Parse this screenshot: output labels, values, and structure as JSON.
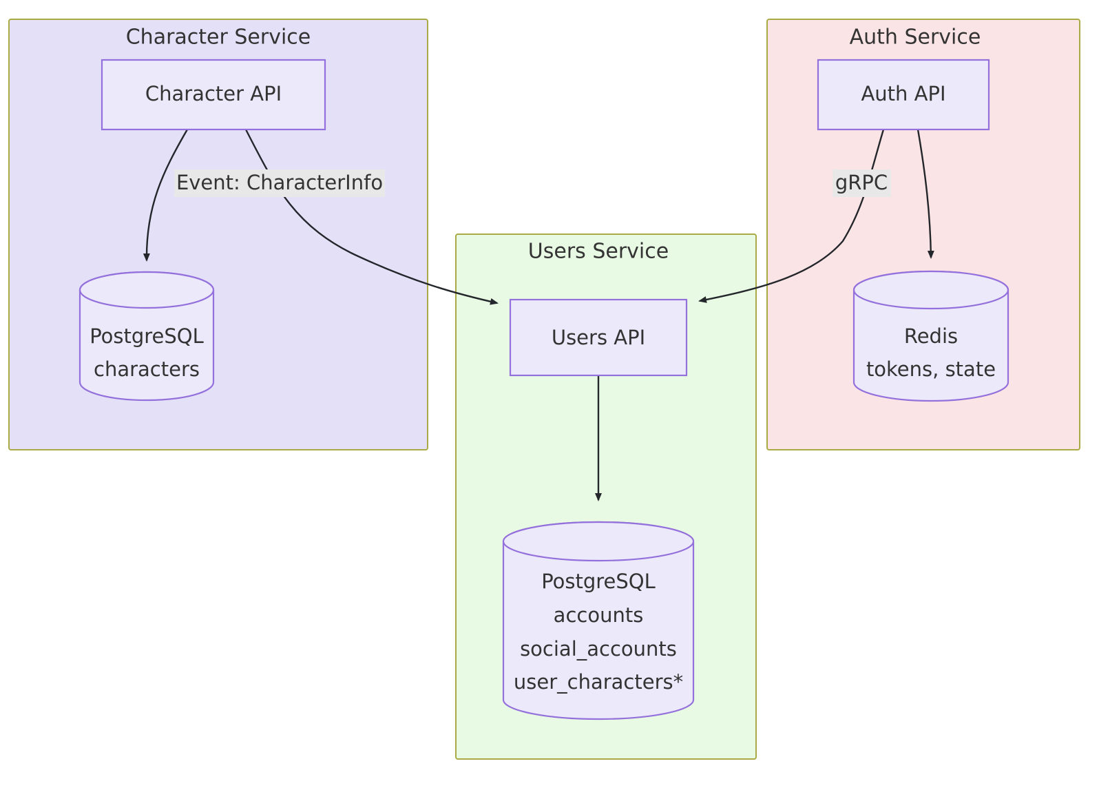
{
  "diagram": {
    "type": "flowchart",
    "direction": "top-down",
    "background": "#ffffff",
    "palette": {
      "cluster_border": "#aaaa44",
      "cluster_character_fill": "#e3e0f8",
      "cluster_users_fill": "#e8fae3",
      "cluster_auth_fill": "#fbe4e5",
      "node_fill": "#ece9fb",
      "node_border": "#9370db",
      "edge_color": "#23262a",
      "edge_label_bg": "#e8e8e8",
      "text_color": "#333333"
    },
    "clusters": [
      {
        "id": "character-service",
        "title": "Character Service",
        "fill": "#e3e0f8",
        "nodes": [
          "character-api",
          "character-db"
        ]
      },
      {
        "id": "users-service",
        "title": "Users Service",
        "fill": "#e8fae3",
        "nodes": [
          "users-api",
          "users-db"
        ]
      },
      {
        "id": "auth-service",
        "title": "Auth Service",
        "fill": "#fbe4e5",
        "nodes": [
          "auth-api",
          "auth-db"
        ]
      }
    ],
    "nodes": [
      {
        "id": "character-api",
        "shape": "rect",
        "label": "Character API"
      },
      {
        "id": "character-db",
        "shape": "cylinder",
        "label": "PostgreSQL\ncharacters",
        "lines": [
          "PostgreSQL",
          "characters"
        ]
      },
      {
        "id": "users-api",
        "shape": "rect",
        "label": "Users API"
      },
      {
        "id": "users-db",
        "shape": "cylinder",
        "label": "PostgreSQL\naccounts\nsocial_accounts\nuser_characters*",
        "lines": [
          "PostgreSQL",
          "accounts",
          "social_accounts",
          "user_characters*"
        ]
      },
      {
        "id": "auth-api",
        "shape": "rect",
        "label": "Auth API"
      },
      {
        "id": "auth-db",
        "shape": "cylinder",
        "label": "Redis\ntokens, state",
        "lines": [
          "Redis",
          "tokens, state"
        ]
      }
    ],
    "edges": [
      {
        "id": "edge-character-api-to-character-db",
        "from": "character-api",
        "to": "character-db",
        "label": ""
      },
      {
        "id": "edge-character-api-to-users-api",
        "from": "character-api",
        "to": "users-api",
        "label": "Event: CharacterInfo"
      },
      {
        "id": "edge-users-api-to-users-db",
        "from": "users-api",
        "to": "users-db",
        "label": ""
      },
      {
        "id": "edge-auth-api-to-users-api",
        "from": "auth-api",
        "to": "users-api",
        "label": "gRPC"
      },
      {
        "id": "edge-auth-api-to-auth-db",
        "from": "auth-api",
        "to": "auth-db",
        "label": ""
      }
    ]
  }
}
